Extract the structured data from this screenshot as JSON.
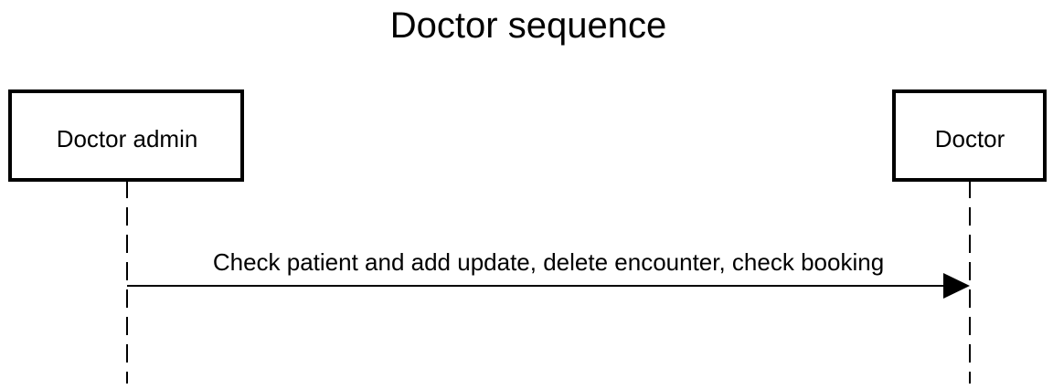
{
  "diagram": {
    "title": "Doctor sequence",
    "actors": [
      {
        "id": "doctor-admin",
        "label": "Doctor admin"
      },
      {
        "id": "doctor",
        "label": "Doctor"
      }
    ],
    "messages": [
      {
        "from": "doctor-admin",
        "to": "doctor",
        "label": "Check patient and add update, delete encounter, check booking",
        "arrow": "filled"
      }
    ]
  }
}
